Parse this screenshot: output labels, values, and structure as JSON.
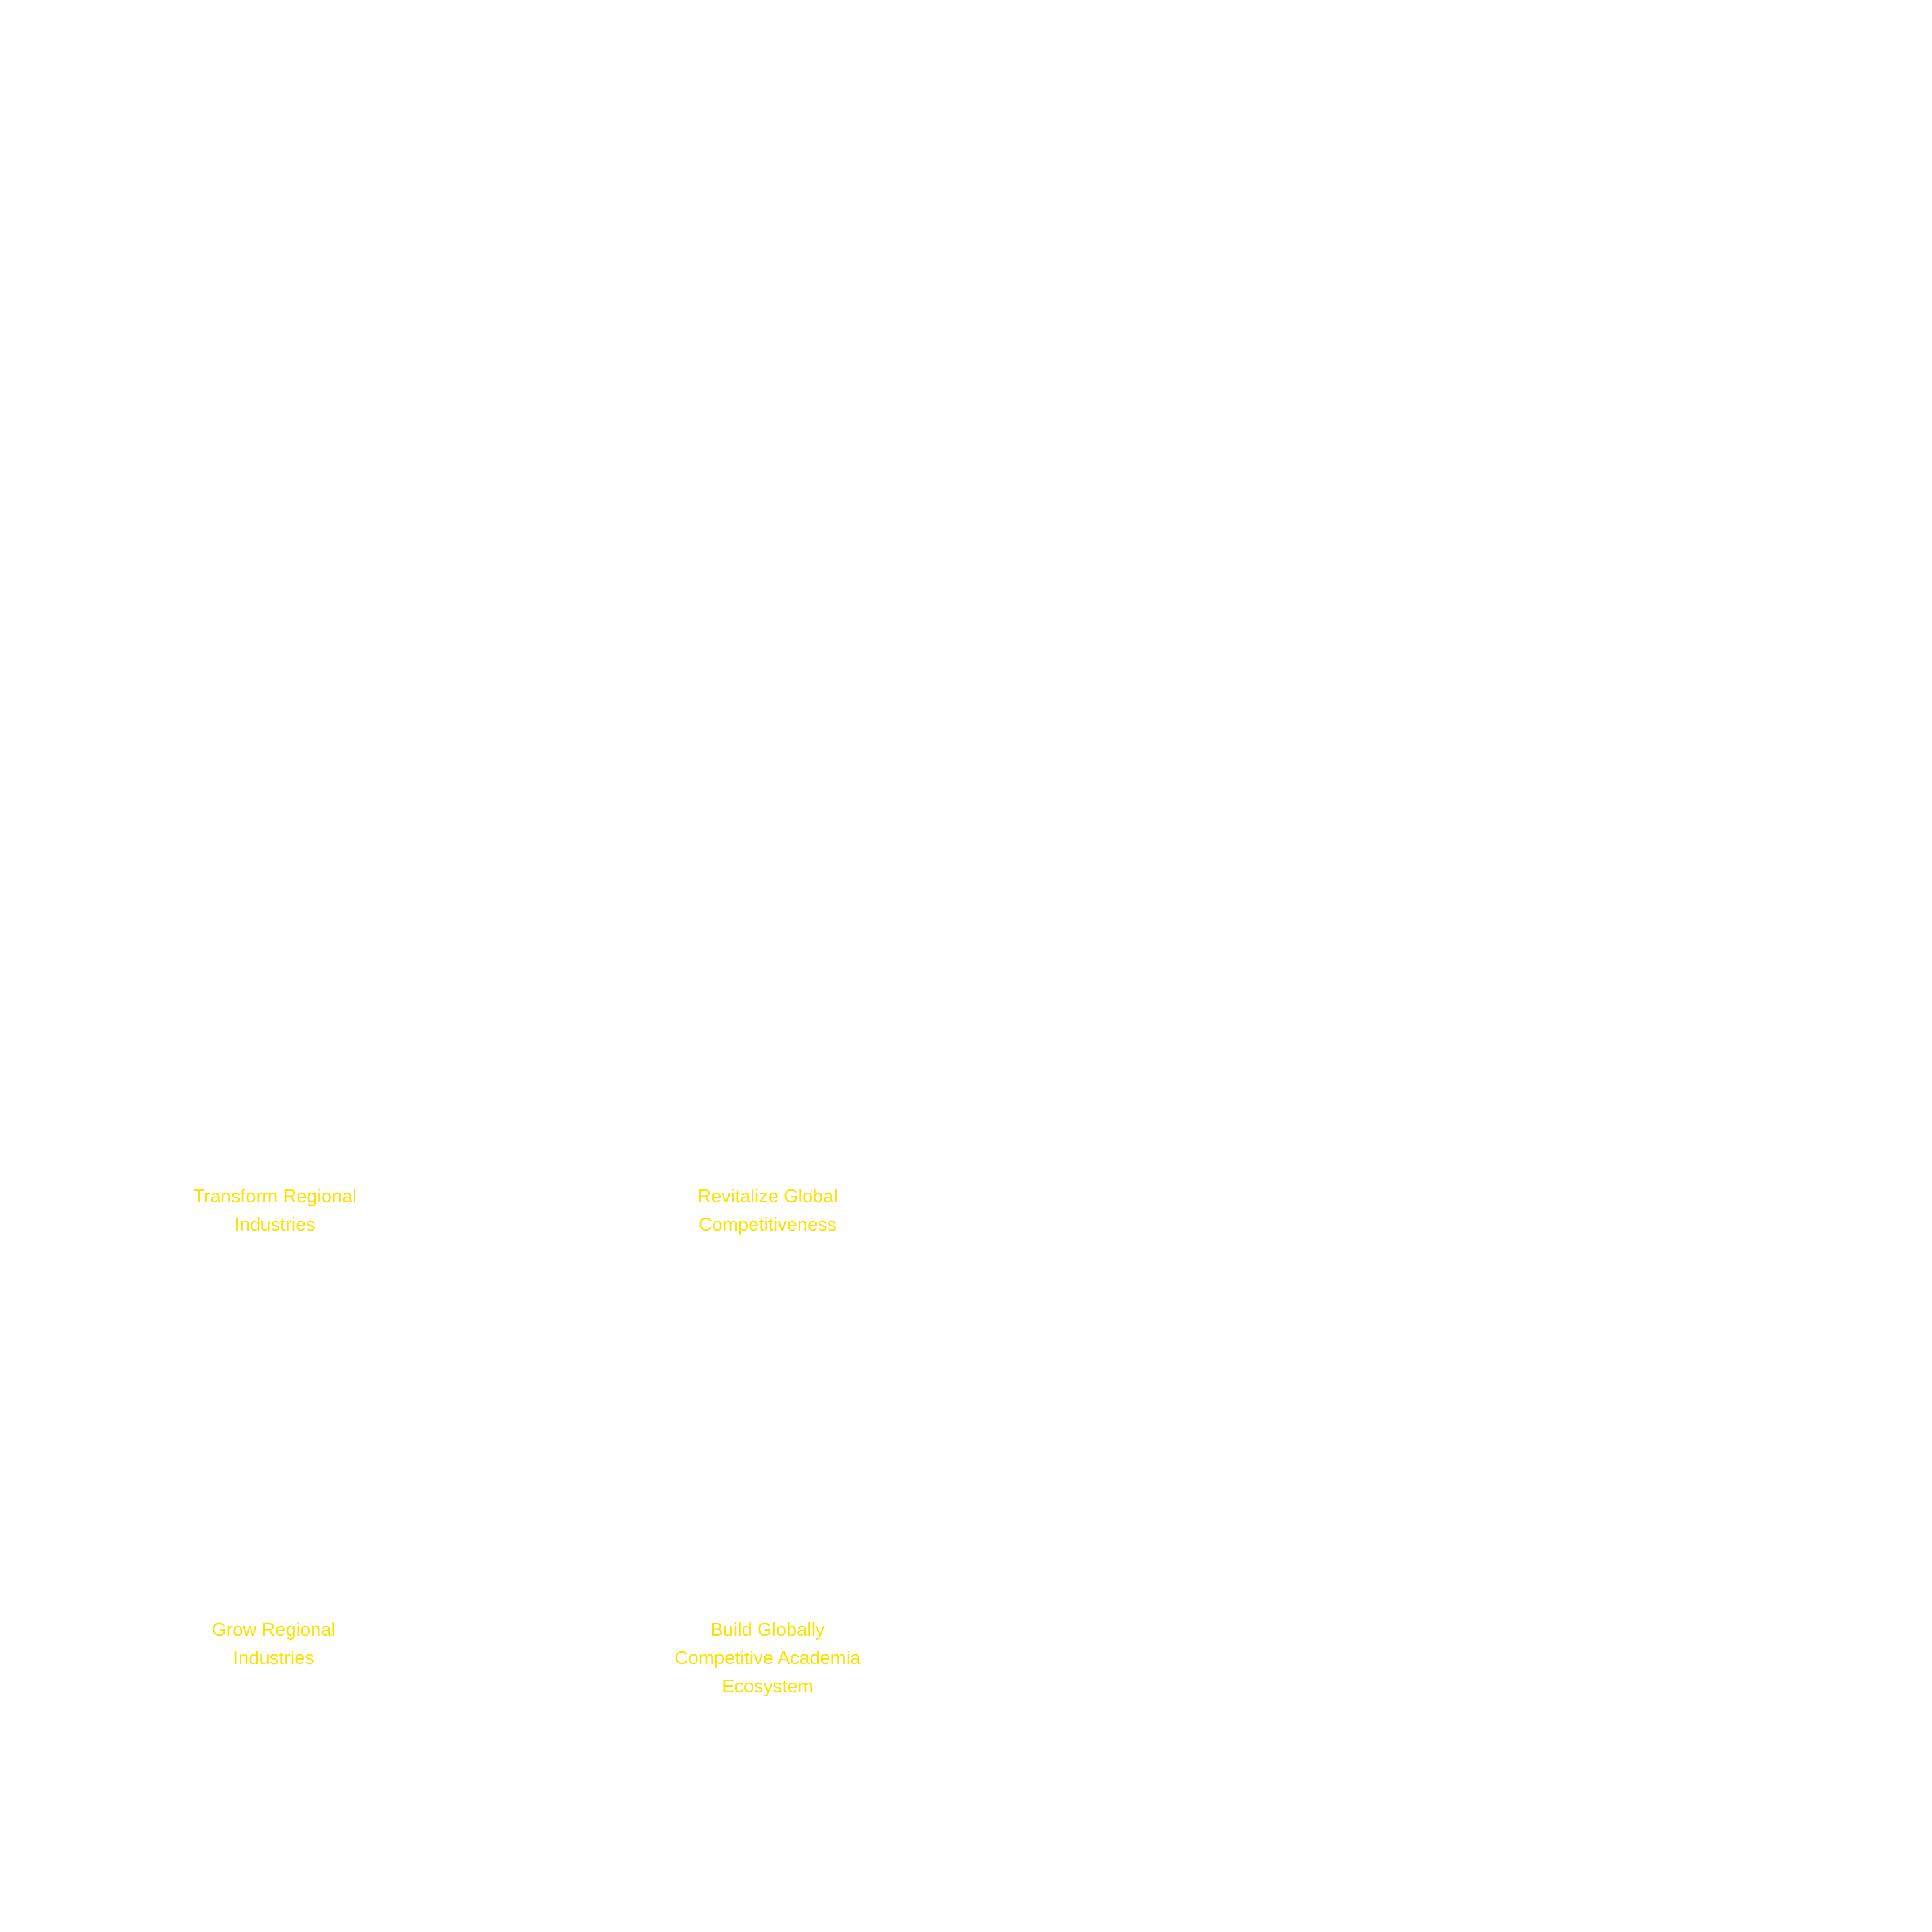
{
  "accent_color": "#ffe000",
  "labels": [
    {
      "lines": [
        "Transform Regional",
        "Industries"
      ]
    },
    {
      "lines": [
        "Revitalize Global",
        "Competitiveness"
      ]
    },
    {
      "lines": [
        "Grow Regional",
        "Industries"
      ]
    },
    {
      "lines": [
        "Build Globally",
        "Competitive Academia",
        "Ecosystem"
      ]
    }
  ]
}
